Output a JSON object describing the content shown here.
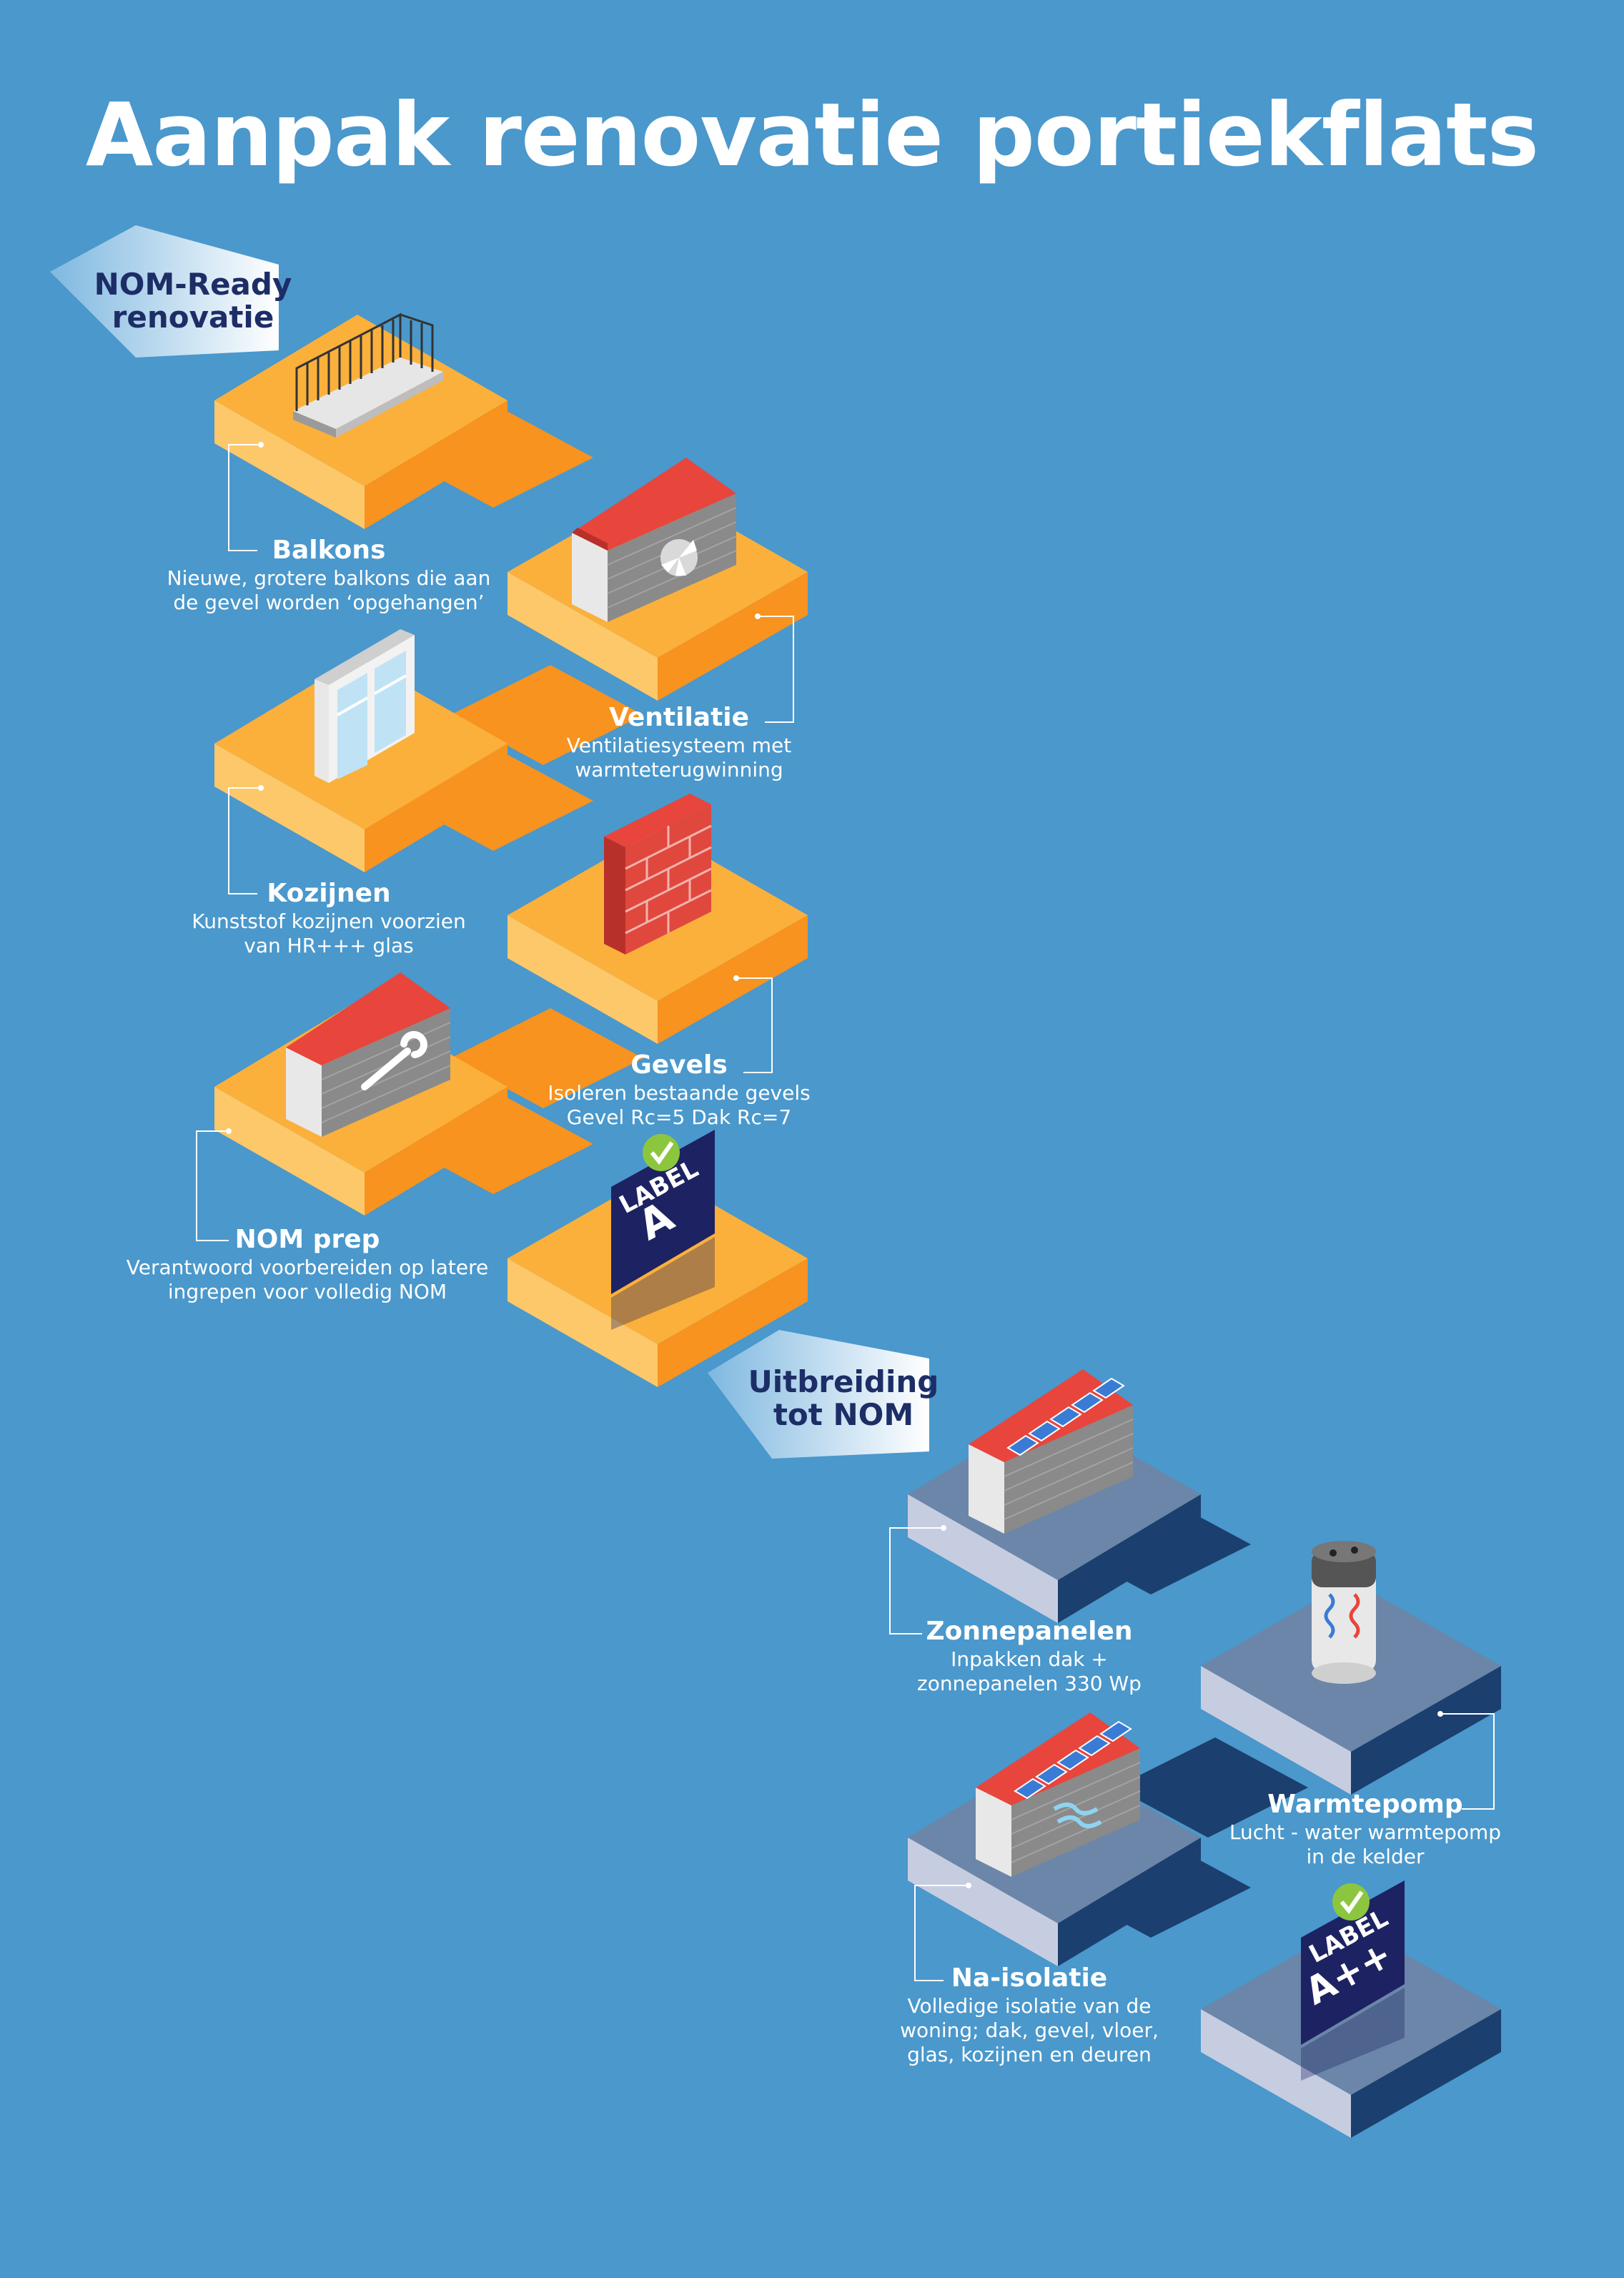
{
  "title": "Aanpak renovatie portiekflats",
  "banners": {
    "nom_ready_line1": "NOM-Ready",
    "nom_ready_line2": "renovatie",
    "uitbreiding_line1": "Uitbreiding",
    "uitbreiding_line2": "tot NOM"
  },
  "steps": {
    "balkons": {
      "title": "Balkons",
      "line1": "Nieuwe, grotere balkons die aan",
      "line2": "de gevel worden ‘opgehangen’"
    },
    "ventilatie": {
      "title": "Ventilatie",
      "line1": "Ventilatiesysteem met",
      "line2": "warmteterugwinning"
    },
    "kozijnen": {
      "title": "Kozijnen",
      "line1": "Kunststof kozijnen voorzien",
      "line2": "van HR+++ glas"
    },
    "gevels": {
      "title": "Gevels",
      "line1": "Isoleren bestaande gevels",
      "line2": "Gevel Rc=5 Dak Rc=7"
    },
    "nom_prep": {
      "title": "NOM prep",
      "line1": "Verantwoord voorbereiden op latere",
      "line2": "ingrepen voor volledig NOM"
    },
    "zonnepanelen": {
      "title": "Zonnepanelen",
      "line1": "Inpakken dak +",
      "line2": "zonnepanelen 330 Wp"
    },
    "warmtepomp": {
      "title": "Warmtepomp",
      "line1": "Lucht - water warmtepomp",
      "line2": "in de kelder"
    },
    "na_isolatie": {
      "title": "Na-isolatie",
      "line1": "Volledige isolatie van de",
      "line2": "woning; dak, gevel, vloer,",
      "line3": "glas, kozijnen en deuren"
    }
  },
  "labels": {
    "label_a_word": "LABEL",
    "label_a_value": "A",
    "label_app_word": "LABEL",
    "label_app_value": "A++"
  },
  "colors": {
    "background": "#4a98cc",
    "orange_top": "#fbb03b",
    "orange_side_left": "#fdc86a",
    "orange_side_right": "#f7931e",
    "blue_top": "#6b86a8",
    "blue_side_left": "#c7cde0",
    "blue_side_right": "#1b3f6e",
    "banner_text": "#1d2d66",
    "label_panel": "#1d2262",
    "check_green": "#8cc63f",
    "roof_red": "#e8453c",
    "solar_blue": "#3a7bd5"
  },
  "icons": [
    "balcony-icon",
    "ventilation-house-icon",
    "window-frame-icon",
    "brick-wall-icon",
    "house-wrench-icon",
    "label-a-icon",
    "solar-house-icon",
    "heat-pump-icon",
    "insulated-house-icon",
    "label-a-plus-plus-icon",
    "check-icon"
  ]
}
